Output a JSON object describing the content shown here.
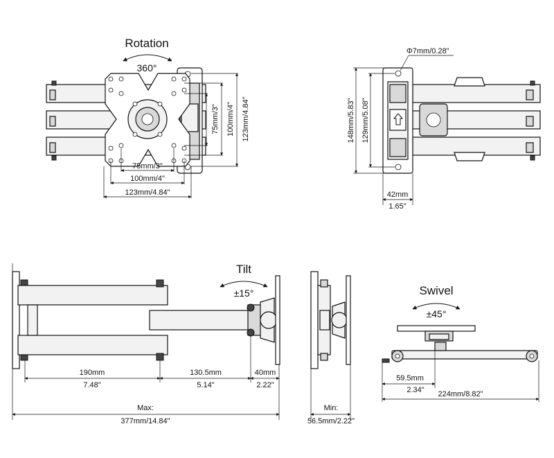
{
  "views": {
    "front": {
      "rotation_title": "Rotation",
      "rotation_value": "360°",
      "dim_w_75": "75mm/3\"",
      "dim_w_100": "100mm/4\"",
      "dim_w_123": "123mm/4.84\"",
      "dim_h_75": "75mm/3\"",
      "dim_h_100": "100mm/4\"",
      "dim_h_123": "123mm/4.84\""
    },
    "wallplate": {
      "hole_dia": "Φ7mm/0.28\"",
      "dim_h_148": "148mm/5.83\"",
      "dim_h_129": "129mm/5.08\"",
      "dim_w_42": "42mm",
      "dim_w_165": "1.65\""
    },
    "side_extended": {
      "tilt_title": "Tilt",
      "tilt_value": "±15°",
      "seg1_mm": "190mm",
      "seg1_in": "7.48\"",
      "seg2_mm": "130.5mm",
      "seg2_in": "5.14\"",
      "seg3_mm": "40mm",
      "seg3_in": "2.22\"",
      "max_label": "Max:",
      "max_value": "377mm/14.84\""
    },
    "side_folded": {
      "min_label": "Min:",
      "min_value": "56.5mm/2.22\""
    },
    "top_view": {
      "swivel_title": "Swivel",
      "swivel_value": "±45°",
      "dim_a_mm": "59.5mm",
      "dim_a_in": "2.34\"",
      "dim_b": "224mm/8.82\""
    }
  }
}
